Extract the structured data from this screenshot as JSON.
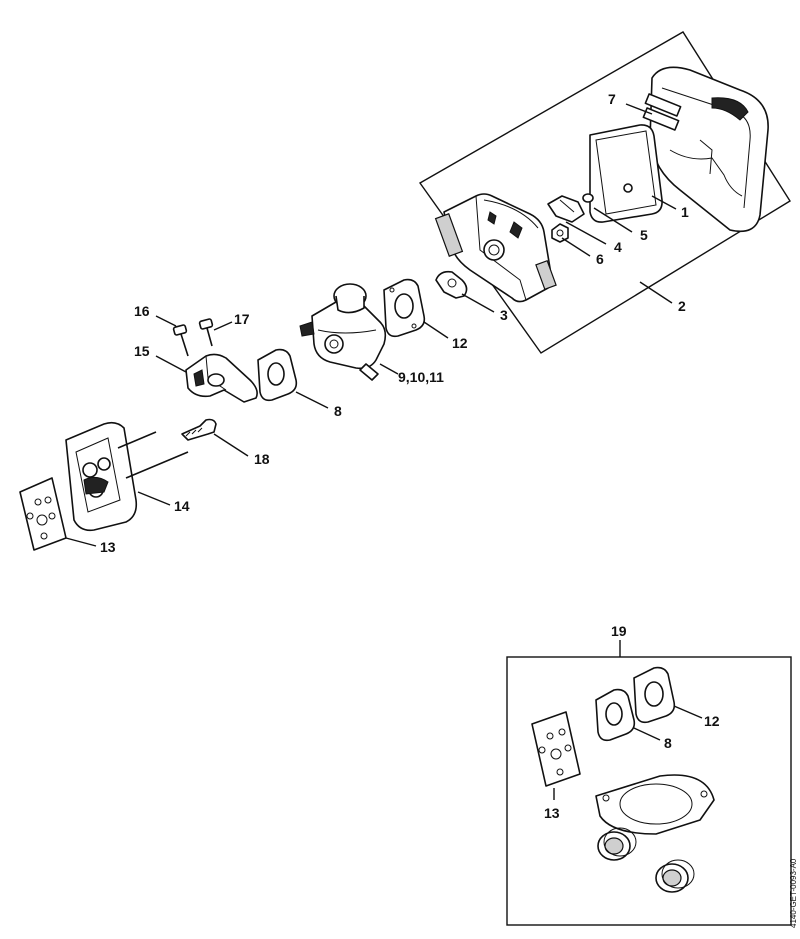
{
  "labels": {
    "p1": "1",
    "p2": "2",
    "p3": "3",
    "p4": "4",
    "p5": "5",
    "p6": "6",
    "p7": "7",
    "p8": "8",
    "p9_11": "9,10,11",
    "p12": "12",
    "p13": "13",
    "p14": "14",
    "p15": "15",
    "p16": "16",
    "p17": "17",
    "p18": "18",
    "p19": "19",
    "kit_p8": "8",
    "kit_p12": "12",
    "kit_p13": "13"
  },
  "drawing_code": "4140-GET-0093-A0"
}
